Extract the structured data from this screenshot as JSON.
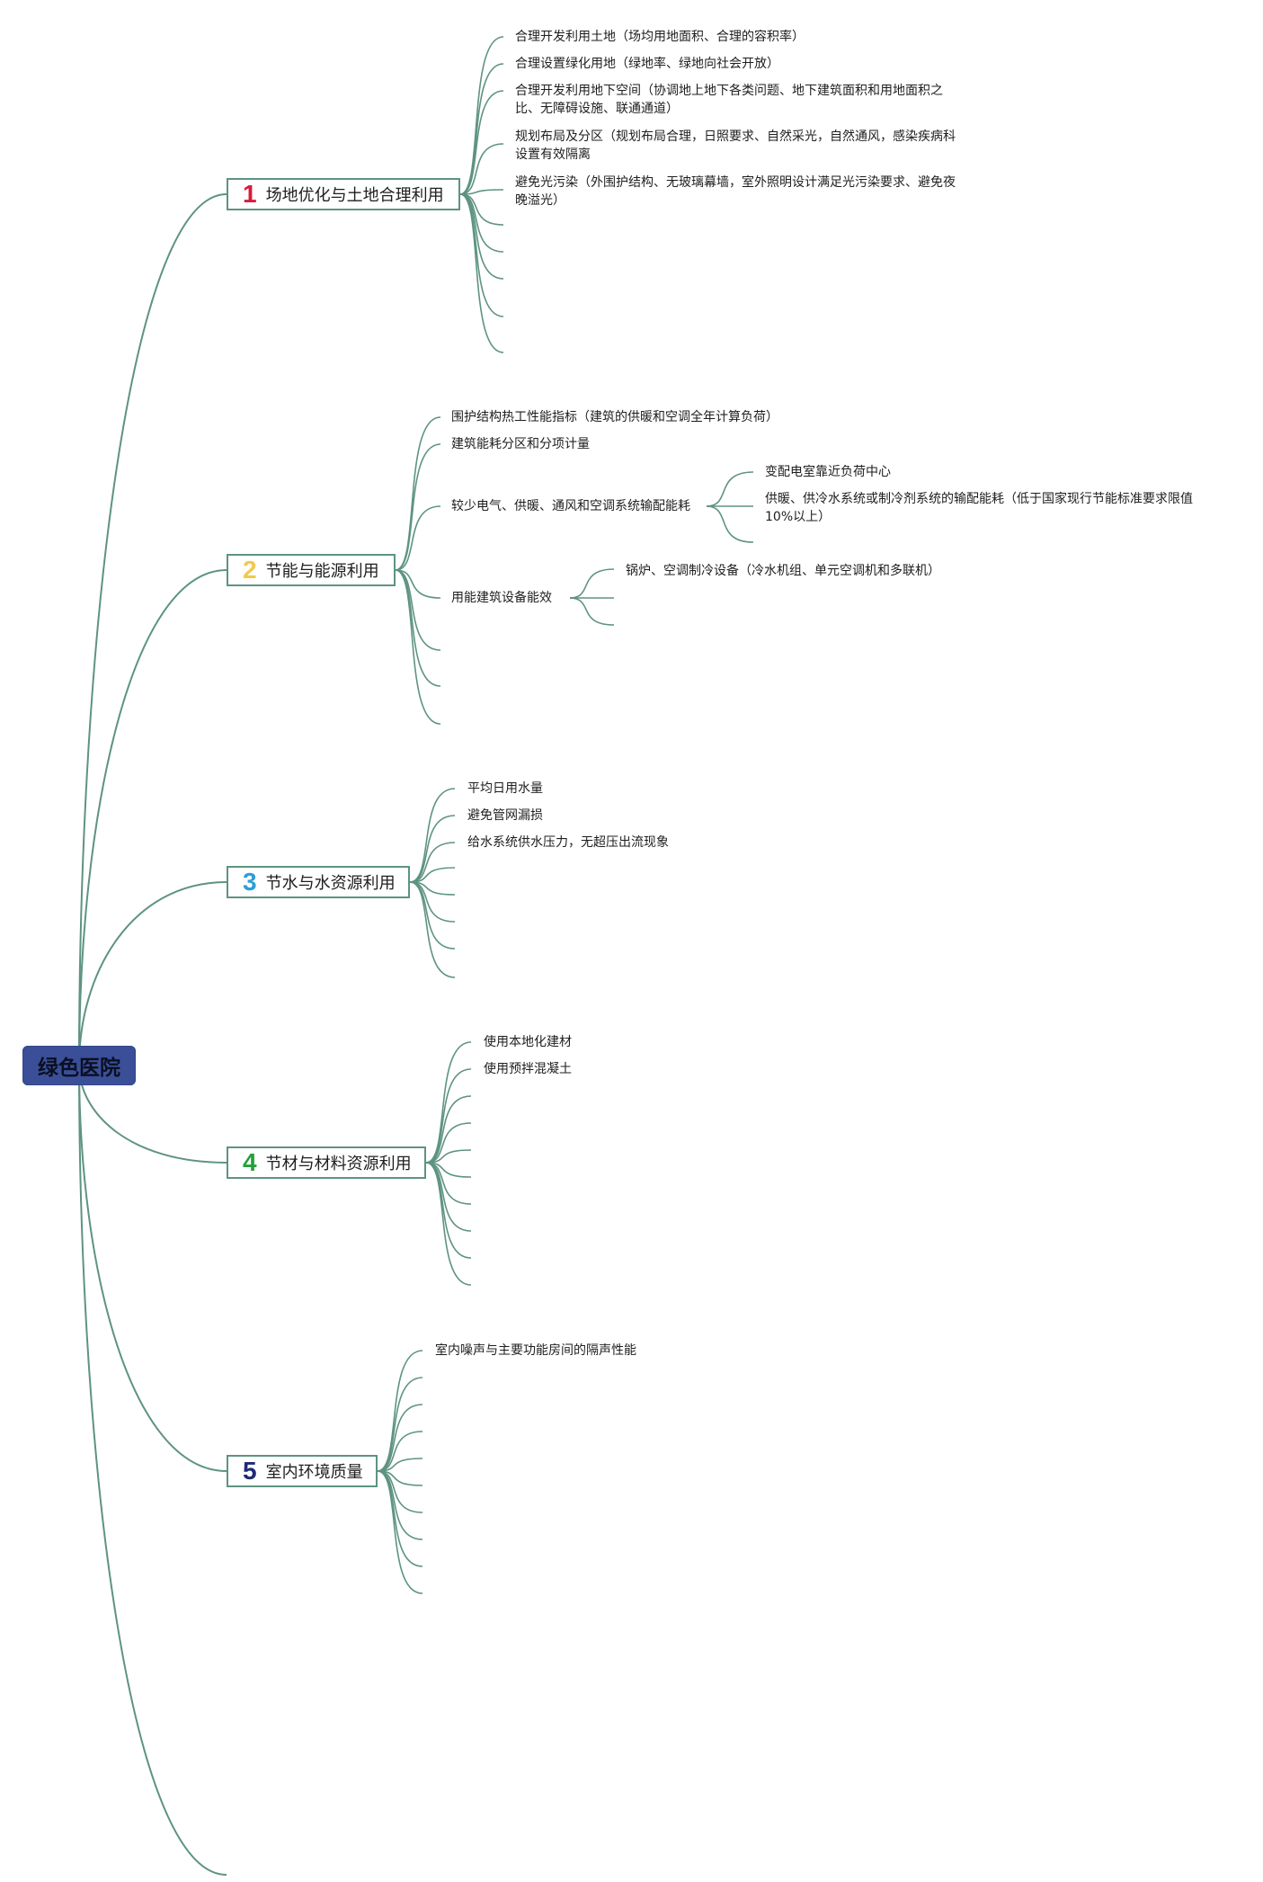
{
  "root": {
    "label": "绿色医院",
    "color": "#3a4f98"
  },
  "line_color": "#5e9382",
  "branches": [
    {
      "num": "1",
      "num_color": "#d81b3a",
      "label": "场地优化与土地合理利用",
      "items": [
        "合理开发利用土地（场均用地面积、合理的容积率）",
        "合理设置绿化用地（绿地率、绿地向社会开放）",
        "合理开发利用地下空间（协调地上地下各类问题、地下建筑面积和用地面积之比、无障碍设施、联通通道）",
        "规划布局及分区（规划布局合理，日照要求、自然采光，自然通风，感染疾病科设置有效隔离",
        "避免光污染（外围护结构、无玻璃幕墙，室外照明设计满足光污染要求、避免夜晚溢光）"
      ]
    },
    {
      "num": "2",
      "num_color": "#f2c94c",
      "label": "节能与能源利用",
      "items": [
        "围护结构热工性能指标（建筑的供暖和空调全年计算负荷）",
        "建筑能耗分区和分项计量",
        "较少电气、供暖、通风和空调系统输配能耗",
        "用能建筑设备能效"
      ],
      "sub_a": [
        "变配电室靠近负荷中心",
        "供暖、供冷水系统或制冷剂系统的输配能耗（低于国家现行节能标准要求限值10%以上）"
      ],
      "sub_b": [
        "锅炉、空调制冷设备（冷水机组、单元空调机和多联机）"
      ]
    },
    {
      "num": "3",
      "num_color": "#2a9fd8",
      "label": "节水与水资源利用",
      "items": [
        "平均日用水量",
        "避免管网漏损",
        "给水系统供水压力，无超压出流现象"
      ]
    },
    {
      "num": "4",
      "num_color": "#24a03a",
      "label": "节材与材料资源利用",
      "items": [
        "使用本地化建材",
        "使用预拌混凝土"
      ]
    },
    {
      "num": "5",
      "num_color": "#1e2a78",
      "label": "室内环境质量",
      "items": [
        "室内噪声与主要功能房间的隔声性能"
      ]
    }
  ]
}
